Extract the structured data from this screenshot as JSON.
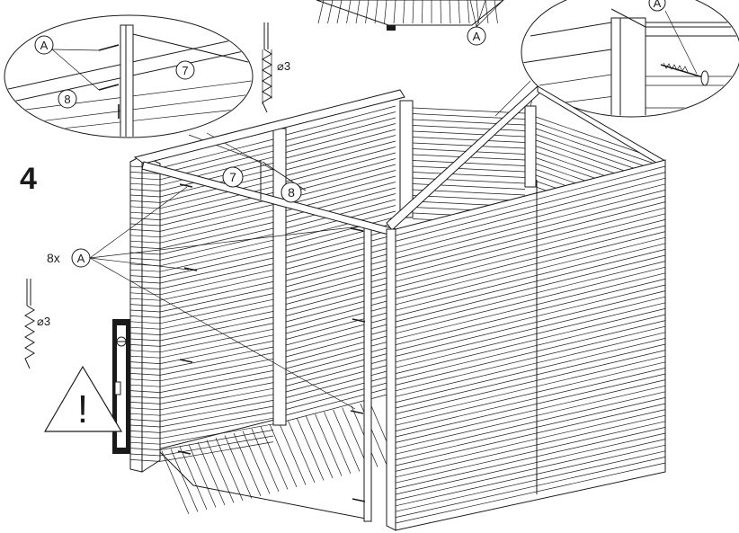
{
  "step": {
    "number": "4"
  },
  "labels": {
    "part_7": "7",
    "part_8": "8",
    "screw_a": "A",
    "quantity": "8x",
    "drill_size": "⌀3",
    "warning_mark": "!"
  },
  "icons": [
    "drill-bit-icon",
    "spirit-level-icon",
    "warning-triangle-icon",
    "screw-icon"
  ],
  "colors": {
    "ink": "#1a1a1a",
    "paper": "#ffffff"
  }
}
